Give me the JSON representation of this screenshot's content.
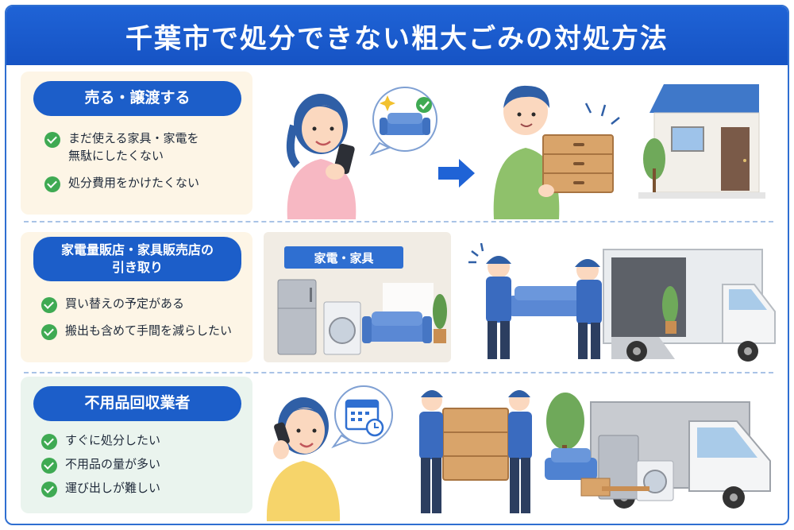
{
  "title": "千葉市で処分できない粗大ごみの対処方法",
  "sections": [
    {
      "heading": "売る・譲渡する",
      "checks": [
        "まだ使える家具・家電を\n無駄にしたくない",
        "処分費用をかけたくない"
      ]
    },
    {
      "heading_line1": "家電量販店・家具販売店の",
      "heading_line2": "引き取り",
      "checks": [
        "買い替えの予定がある",
        "搬出も含めて手間を減らしたい"
      ],
      "store_sign": "家電・家具"
    },
    {
      "heading": "不用品回収業者",
      "checks": [
        "すぐに処分したい",
        "不用品の量が多い",
        "運び出しが難しい"
      ]
    }
  ],
  "colors": {
    "brand_blue": "#1c5ec9",
    "check_green": "#3faa53",
    "card_orange": "#fdf5e6",
    "card_green": "#eaf4ee"
  }
}
